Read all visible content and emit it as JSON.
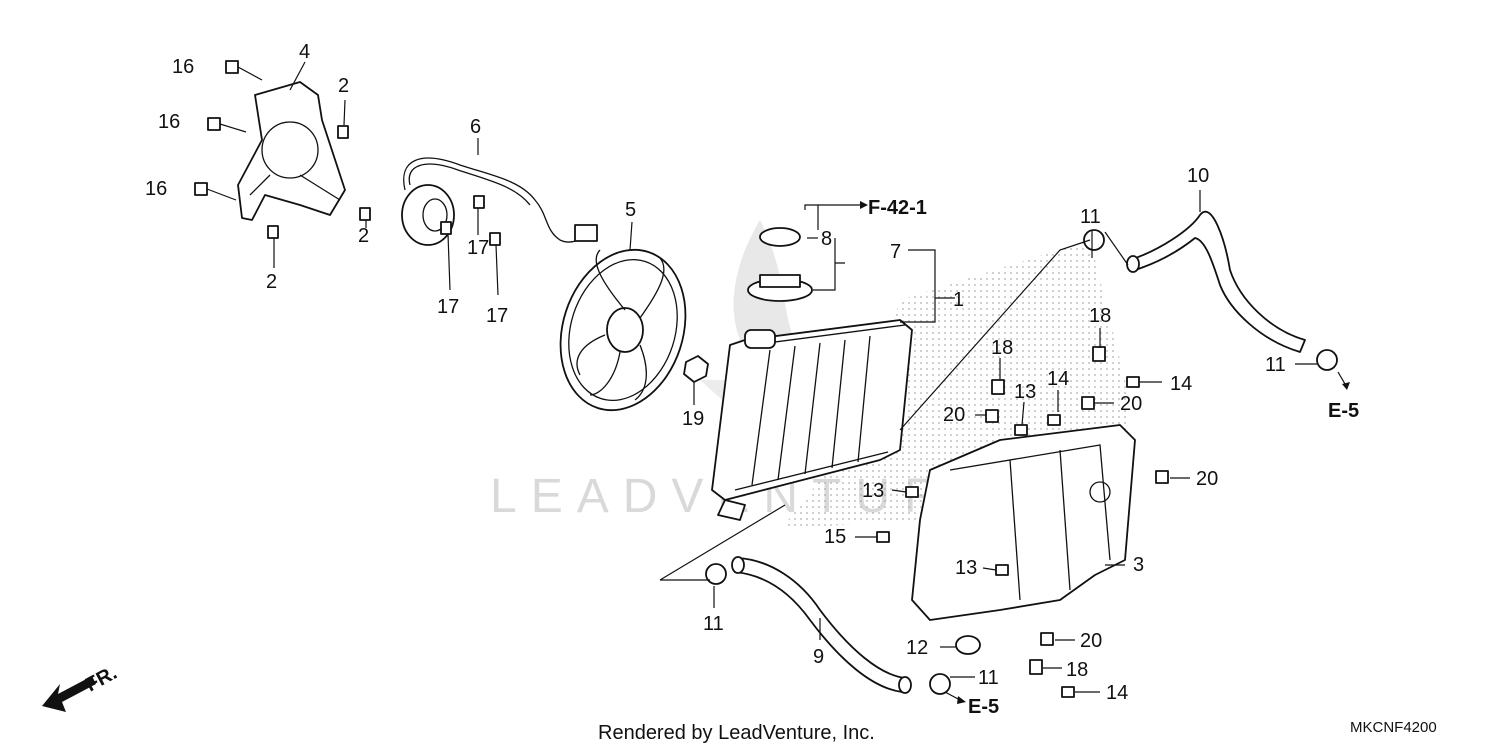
{
  "diagram": {
    "type": "exploded parts diagram",
    "footer": "Rendered by LeadVenture, Inc.",
    "code": "MKCNF4200",
    "watermark": "LEADVENTURE",
    "front_indicator": "FR.",
    "references": [
      "F-42-1",
      "E-5",
      "E-5"
    ],
    "callouts": {
      "c1": "1",
      "c2a": "2",
      "c2b": "2",
      "c2c": "2",
      "c3": "3",
      "c4": "4",
      "c5": "5",
      "c6": "6",
      "c7": "7",
      "c8": "8",
      "c9": "9",
      "c10": "10",
      "c11a": "11",
      "c11b": "11",
      "c11c": "11",
      "c11d": "11",
      "c12": "12",
      "c13a": "13",
      "c13b": "13",
      "c13c": "13",
      "c14a": "14",
      "c14b": "14",
      "c14c": "14",
      "c15": "15",
      "c16a": "16",
      "c16b": "16",
      "c16c": "16",
      "c17a": "17",
      "c17b": "17",
      "c17c": "17",
      "c18a": "18",
      "c18b": "18",
      "c18c": "18",
      "c19": "19",
      "c20a": "20",
      "c20b": "20",
      "c20c": "20",
      "c20d": "20"
    }
  }
}
